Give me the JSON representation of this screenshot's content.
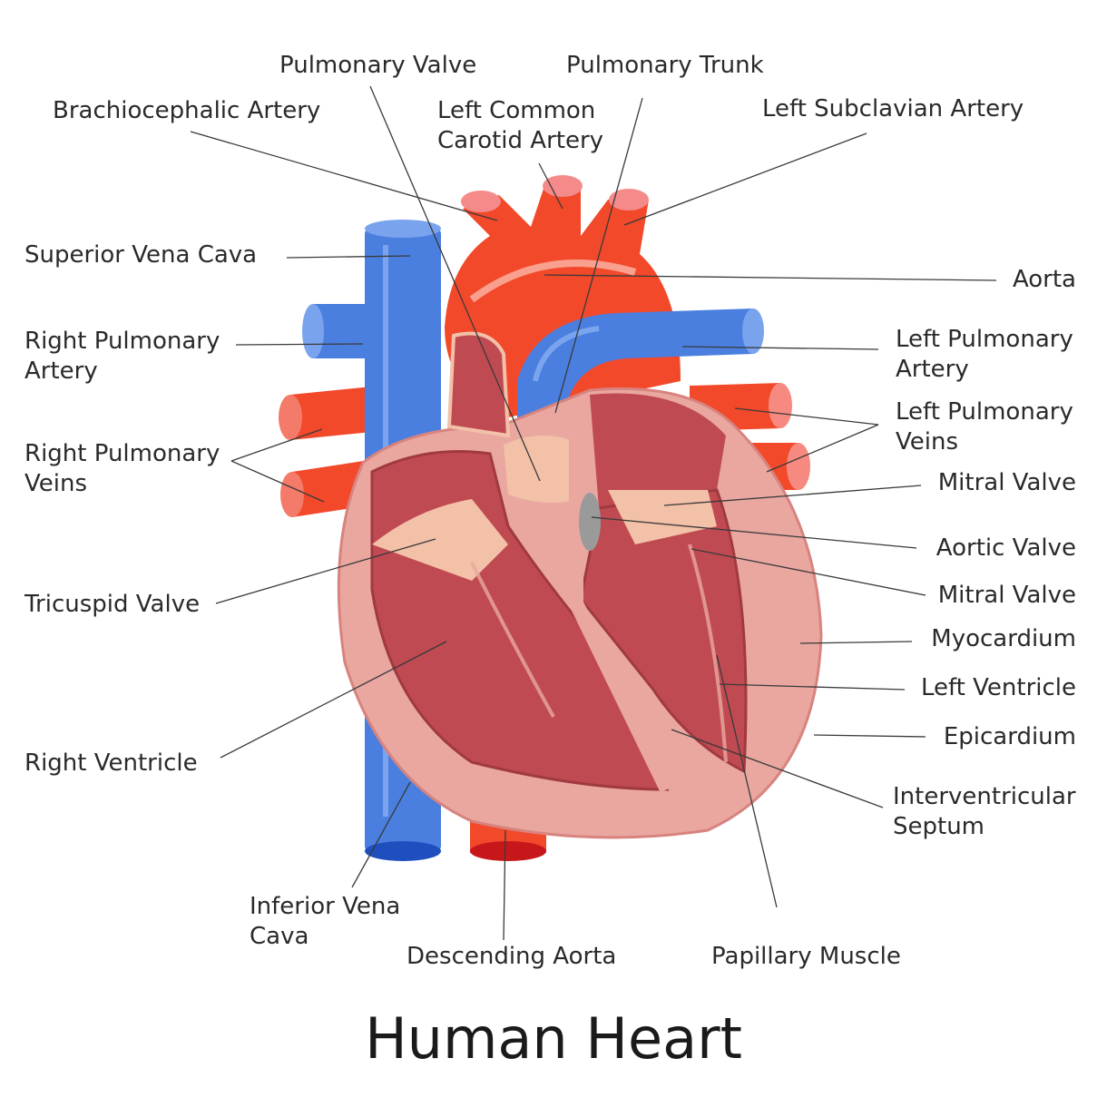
{
  "title": "Human Heart",
  "colors": {
    "oxygenated": "#f2492b",
    "deoxygenated": "#4a7fe0",
    "myocardium": "#e9a7a0",
    "chamber": "#c04a52",
    "valve": "#f3c0a8",
    "epicardium_edge": "#d8837e",
    "leader": "#3a3a3a"
  },
  "labels": {
    "pulmonary_valve": "Pulmonary Valve",
    "pulmonary_trunk": "Pulmonary Trunk",
    "brachiocephalic_artery": "Brachiocephalic Artery",
    "left_common_carotid": "Left Common\nCarotid Artery",
    "left_subclavian": "Left Subclavian Artery",
    "superior_vena_cava": "Superior Vena Cava",
    "aorta": "Aorta",
    "right_pulmonary_artery": "Right Pulmonary\nArtery",
    "left_pulmonary_artery": "Left Pulmonary\nArtery",
    "left_pulmonary_veins": "Left Pulmonary\nVeins",
    "right_pulmonary_veins": "Right Pulmonary\nVeins",
    "mitral_valve_1": "Mitral Valve",
    "aortic_valve": "Aortic Valve",
    "mitral_valve_2": "Mitral Valve",
    "tricuspid_valve": "Tricuspid Valve",
    "myocardium": "Myocardium",
    "left_ventricle": "Left Ventricle",
    "epicardium": "Epicardium",
    "right_ventricle": "Right Ventricle",
    "interventricular_septum": "Interventricular\nSeptum",
    "inferior_vena_cava": "Inferior Vena\nCava",
    "descending_aorta": "Descending Aorta",
    "papillary_muscle": "Papillary Muscle"
  }
}
